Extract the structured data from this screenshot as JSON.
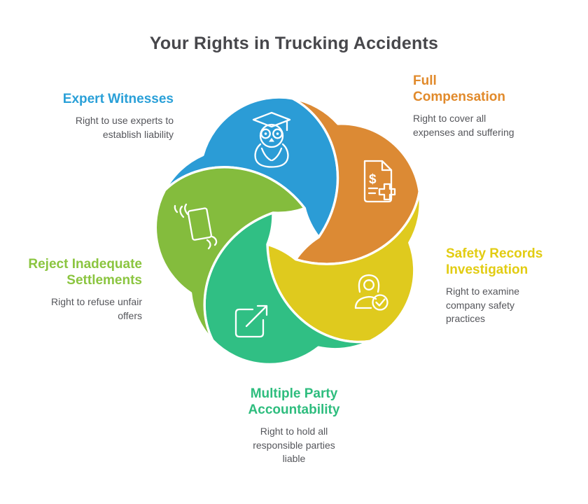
{
  "title": "Your Rights in Trucking Accidents",
  "background_color": "#ffffff",
  "seam_color": "#ffffff",
  "body_text_color": "#55565b",
  "title_color": "#47474b",
  "sections": [
    {
      "id": "expert-witnesses",
      "heading_line1": "Expert Witnesses",
      "heading_line2": "",
      "body_line1": "Right to use experts to",
      "body_line2": "establish liability",
      "petal_color": "#2b9cd6",
      "heading_color": "#2aa0d8",
      "icon": "owl-graduate-icon"
    },
    {
      "id": "full-compensation",
      "heading_line1": "Full",
      "heading_line2": "Compensation",
      "body_line1": "Right to cover all",
      "body_line2": "expenses and suffering",
      "petal_color": "#dc8a34",
      "heading_color": "#e18a2b",
      "icon": "medical-bill-icon"
    },
    {
      "id": "safety-records-investigation",
      "heading_line1": "Safety Records",
      "heading_line2": "Investigation",
      "body_line1": "Right to examine",
      "body_line2": "company safety",
      "body_line3": "practices",
      "petal_color": "#dfca1e",
      "heading_color": "#e2cc12",
      "icon": "person-check-icon"
    },
    {
      "id": "multiple-party-accountability",
      "heading_line1": "Multiple Party",
      "heading_line2": "Accountability",
      "body_line1": "Right to hold all",
      "body_line2": "responsible parties",
      "body_line3": "liable",
      "petal_color": "#30bf84",
      "heading_color": "#2ebd7e",
      "icon": "external-arrow-icon"
    },
    {
      "id": "reject-inadequate-settlements",
      "heading_line1": "Reject Inadequate",
      "heading_line2": "Settlements",
      "body_line1": "Right to refuse unfair",
      "body_line2": "offers",
      "petal_color": "#84bc3d",
      "heading_color": "#8bc540",
      "icon": "hands-document-icon"
    }
  ]
}
